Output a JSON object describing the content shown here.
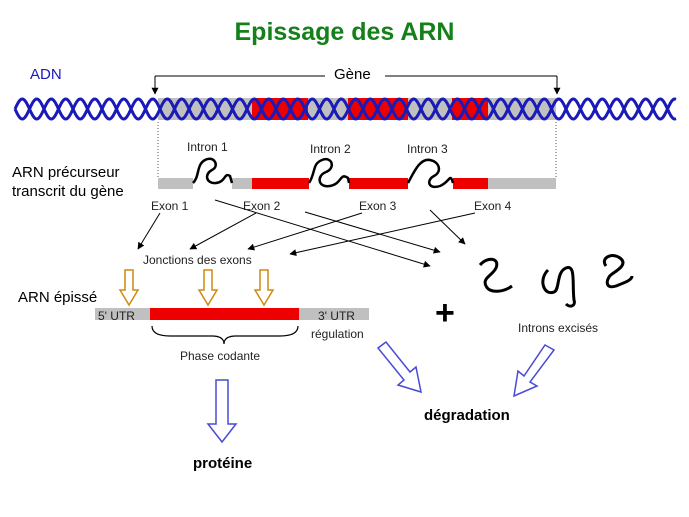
{
  "title": "Epissage des ARN",
  "labels": {
    "adn": "ADN",
    "gene": "Gène",
    "precursor_line1": "ARN précurseur",
    "precursor_line2": "transcrit du gène",
    "introns": [
      "Intron 1",
      "Intron 2",
      "Intron 3"
    ],
    "exons": [
      "Exon 1",
      "Exon 2",
      "Exon 3",
      "Exon 4"
    ],
    "junctions": "Jonctions des exons",
    "spliced": "ARN épissé",
    "utr5": "5' UTR",
    "utr3": "3' UTR",
    "regulation": "régulation",
    "coding": "Phase codante",
    "plus": "+",
    "excised": "Introns excisés",
    "degradation": "dégradation",
    "protein": "protéine"
  },
  "colors": {
    "title": "#15801a",
    "dna_strand": "#1a1ab8",
    "exon_coding": "#ee0000",
    "utr_gray": "#c0c0c0",
    "intron_line": "#000000",
    "junction_arrow": "#d08a10",
    "flow_arrow": "#4a4ad8"
  }
}
